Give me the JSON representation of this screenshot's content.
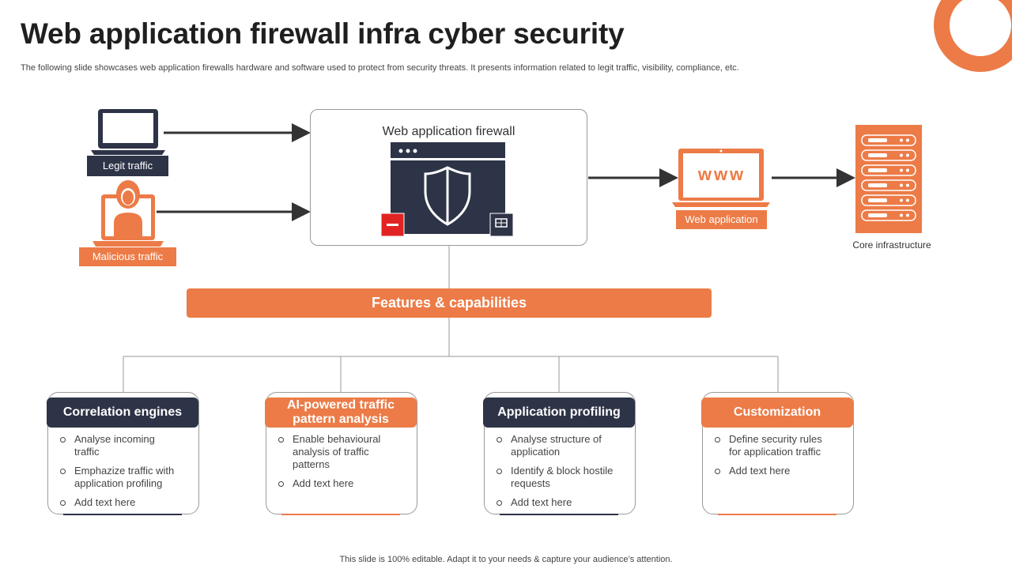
{
  "header": {
    "title": "Web application firewall infra cyber security",
    "subtitle": "The following slide showcases web application firewalls hardware and software used to protect from security threats. It presents information related to legit traffic, visibility, compliance, etc."
  },
  "diagram": {
    "legit_label": "Legit traffic",
    "malicious_label": "Malicious traffic",
    "waf_label": "Web application firewall",
    "web_app_label": "Web application",
    "www_text": "www",
    "core_label": "Core infrastructure",
    "features_label": "Features & capabilities"
  },
  "cards": [
    {
      "title": "Correlation engines",
      "bullets": [
        "Analyse incoming traffic",
        "Emphazize traffic with application profiling",
        "Add text here"
      ]
    },
    {
      "title": "AI-powered traffic pattern analysis",
      "bullets": [
        "Enable behavioural analysis of traffic patterns",
        "Add text here"
      ]
    },
    {
      "title": "Application profiling",
      "bullets": [
        "Analyse structure of application",
        "Identify & block hostile requests",
        "Add text here"
      ]
    },
    {
      "title": "Customization",
      "bullets": [
        "Define security rules for application traffic",
        "Add text here"
      ]
    }
  ],
  "footer": "This slide is 100% editable. Adapt it to your needs & capture your audience’s attention.",
  "colors": {
    "accent": "#ec7b47",
    "dark": "#2e3447",
    "line": "#9a9a9a"
  }
}
